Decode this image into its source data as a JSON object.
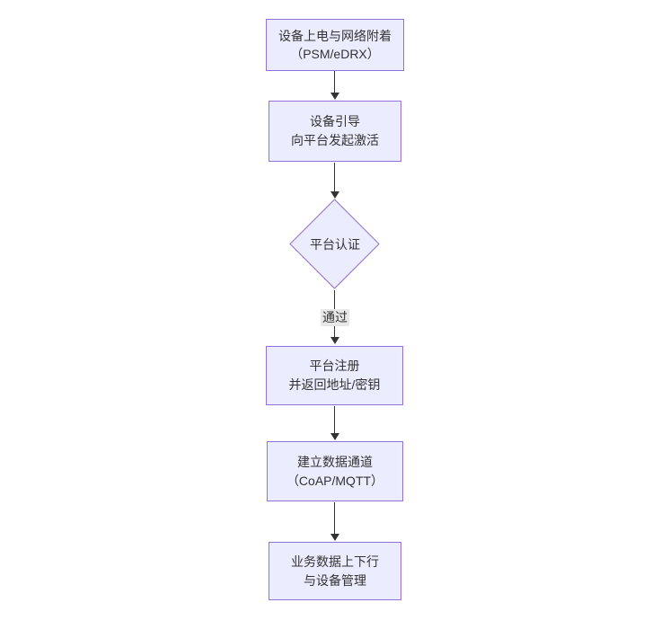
{
  "diagram": {
    "type": "flowchart-vertical",
    "colors": {
      "bg": "#ffffff",
      "node_fill": "#ECECFF",
      "node_border": "#9370DB",
      "text_color": "#333333",
      "arrow_color": "#333333",
      "edge_label_bg": "#e8e8e8"
    },
    "nodes": [
      {
        "id": "power-attach",
        "shape": "rect",
        "lines": [
          "设备上电与网络附着",
          "（PSM/eDRX）"
        ]
      },
      {
        "id": "bootstrap",
        "shape": "rect",
        "lines": [
          "设备引导",
          "向平台发起激活"
        ]
      },
      {
        "id": "platform-auth",
        "shape": "diamond",
        "lines": [
          "平台认证"
        ]
      },
      {
        "id": "platform-register",
        "shape": "rect",
        "lines": [
          "平台注册",
          "并返回地址/密钥"
        ]
      },
      {
        "id": "data-channel",
        "shape": "rect",
        "lines": [
          "建立数据通道",
          "（CoAP/MQTT）"
        ]
      },
      {
        "id": "business-data",
        "shape": "rect",
        "lines": [
          "业务数据上下行",
          "与设备管理"
        ]
      }
    ],
    "edges": [
      {
        "from": "power-attach",
        "to": "bootstrap",
        "label": ""
      },
      {
        "from": "bootstrap",
        "to": "platform-auth",
        "label": ""
      },
      {
        "from": "platform-auth",
        "to": "platform-register",
        "label": "通过"
      },
      {
        "from": "platform-register",
        "to": "data-channel",
        "label": ""
      },
      {
        "from": "data-channel",
        "to": "business-data",
        "label": ""
      }
    ]
  }
}
